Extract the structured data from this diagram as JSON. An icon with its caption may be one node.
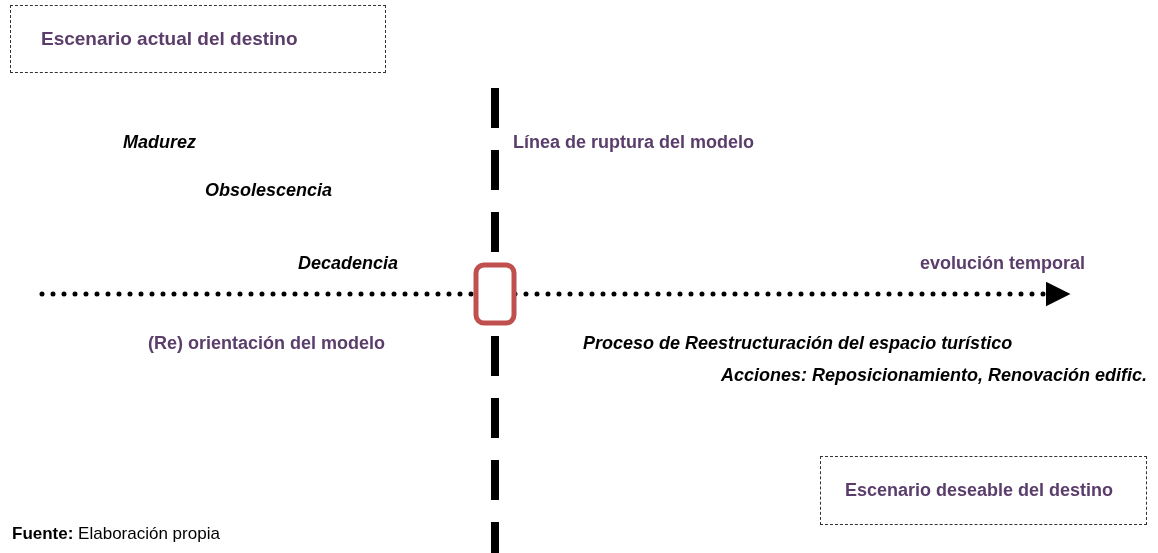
{
  "diagram": {
    "caption": "**Fuente:** Elaboración propia",
    "nodes": [
      {
        "text": [
          "Escenario actual del destino"
        ]
      },
      {
        "text": [
          "Escenario deseable del destino"
        ]
      },
      {
        "text": [],
        "shape": "box"
      }
    ],
    "labels": [
      "Madurez",
      "Línea  de ruptura del modelo",
      "Obsolescencia",
      "Decadencia",
      "evolución temporal",
      "(Re) orientación del modelo",
      "Proceso de Reestructuración del espacio turístico",
      "Acciones: Reposicionamiento, Renovación edific."
    ]
  }
}
